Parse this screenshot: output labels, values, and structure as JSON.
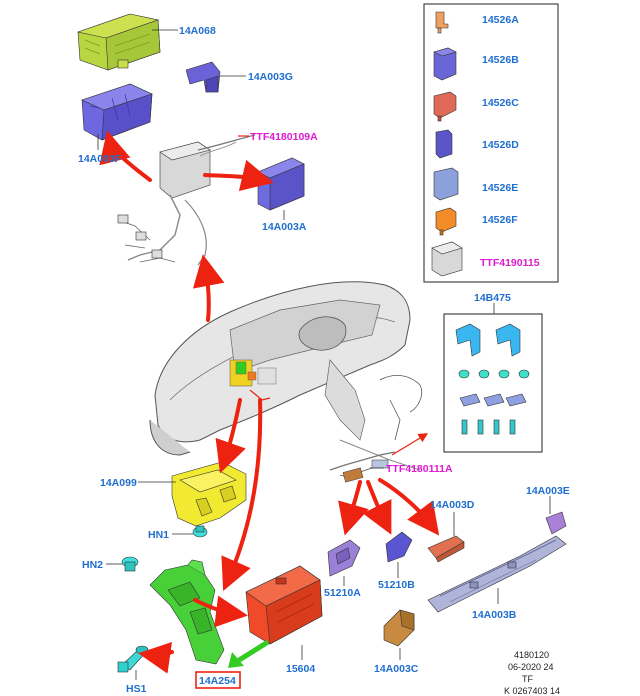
{
  "colors": {
    "label_blue": "#1f6fd1",
    "label_magenta": "#e01ad0",
    "arrow_red": "#ee2211",
    "arrow_green": "#33cc22",
    "highlight_box": "#ee2211"
  },
  "labels": {
    "p14A068": "14A068",
    "p14A003G": "14A003G",
    "p14A003F": "14A003F",
    "ttf4180109A": "TTF4180109A",
    "p14A003A": "14A003A",
    "p14A099": "14A099",
    "hn1": "HN1",
    "hn2": "HN2",
    "hs1": "HS1",
    "p14A254": "14A254",
    "p15604": "15604",
    "p51210A": "51210A",
    "p51210B": "51210B",
    "p14A003D": "14A003D",
    "p14A003E": "14A003E",
    "p14A003B": "14A003B",
    "p14A003C": "14A003C",
    "ttf4180111A": "TTF4180111A",
    "p14B475": "14B475"
  },
  "fuse_legend": [
    {
      "label": "14526A",
      "color": "#f0a060"
    },
    {
      "label": "14526B",
      "color": "#6a66d8"
    },
    {
      "label": "14526C",
      "color": "#e06a58"
    },
    {
      "label": "14526D",
      "color": "#5a56c8"
    },
    {
      "label": "14526E",
      "color": "#8ca0dc"
    },
    {
      "label": "14526F",
      "color": "#f28c28"
    },
    {
      "label": "TTF4190115",
      "color": "#d8d8d8"
    }
  ],
  "footer": {
    "line1": "4180120",
    "line2": "06-2020 24",
    "line3": "TF",
    "line4": "K 0267403 14"
  }
}
